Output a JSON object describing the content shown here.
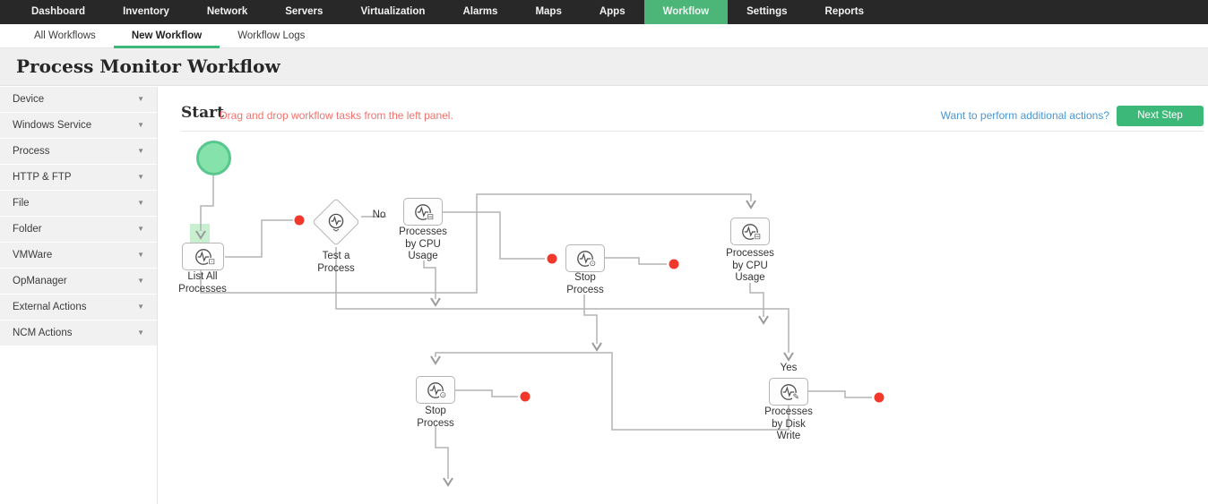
{
  "nav": {
    "items": [
      {
        "label": "Dashboard",
        "active": false
      },
      {
        "label": "Inventory",
        "active": false
      },
      {
        "label": "Network",
        "active": false
      },
      {
        "label": "Servers",
        "active": false
      },
      {
        "label": "Virtualization",
        "active": false
      },
      {
        "label": "Alarms",
        "active": false
      },
      {
        "label": "Maps",
        "active": false
      },
      {
        "label": "Apps",
        "active": false
      },
      {
        "label": "Workflow",
        "active": true
      },
      {
        "label": "Settings",
        "active": false
      },
      {
        "label": "Reports",
        "active": false
      }
    ]
  },
  "tabs": {
    "items": [
      {
        "label": "All Workflows",
        "active": false
      },
      {
        "label": "New Workflow",
        "active": true
      },
      {
        "label": "Workflow Logs",
        "active": false
      }
    ]
  },
  "page": {
    "title": "Process Monitor Workflow"
  },
  "sidebar": {
    "items": [
      {
        "label": "Device"
      },
      {
        "label": "Windows Service"
      },
      {
        "label": "Process"
      },
      {
        "label": "HTTP & FTP"
      },
      {
        "label": "File"
      },
      {
        "label": "Folder"
      },
      {
        "label": "VMWare"
      },
      {
        "label": "OpManager"
      },
      {
        "label": "External Actions"
      },
      {
        "label": "NCM Actions"
      }
    ]
  },
  "canvas": {
    "start_heading": "Start",
    "hint": "Drag and drop workflow tasks from the left panel.",
    "actions_link": "Want to perform additional actions?",
    "next_step_label": "Next Step",
    "nodes": [
      {
        "id": "start-node",
        "type": "start",
        "label": ""
      },
      {
        "id": "list-all-processes",
        "type": "task",
        "label": "List All Processes",
        "badge_name": "list-icon",
        "badge_glyph": "⊡"
      },
      {
        "id": "test-a-process",
        "type": "decision",
        "label": "Test a Process"
      },
      {
        "id": "processes-by-cpu-usage-1",
        "type": "task",
        "label": "Processes by CPU Usage",
        "badge_name": "device-icon",
        "badge_glyph": "⊟"
      },
      {
        "id": "stop-process-1",
        "type": "task",
        "label": "Stop Process",
        "badge_name": "stop-icon",
        "badge_glyph": "⊙"
      },
      {
        "id": "processes-by-cpu-usage-2",
        "type": "task",
        "label": "Processes by CPU Usage",
        "badge_name": "device-icon",
        "badge_glyph": "⊟"
      },
      {
        "id": "stop-process-2",
        "type": "task",
        "label": "Stop Process",
        "badge_name": "stop-icon",
        "badge_glyph": "⊙"
      },
      {
        "id": "processes-by-disk-write",
        "type": "task",
        "label": "Processes by Disk Write",
        "badge_name": "pencil-icon",
        "badge_glyph": "✎"
      }
    ],
    "branch_labels": {
      "no": "No",
      "yes": "Yes"
    },
    "colors": {
      "nav_bg": "#282828",
      "accent_green": "#3cb878",
      "nav_active_green": "#4cb578",
      "hint_red": "#f2726d",
      "link_blue": "#4a96d2",
      "connector_gray": "#b3b3b3",
      "endpoint_red": "#f2382a",
      "start_fill": "#85e2aa",
      "start_border": "#57c78e"
    }
  }
}
